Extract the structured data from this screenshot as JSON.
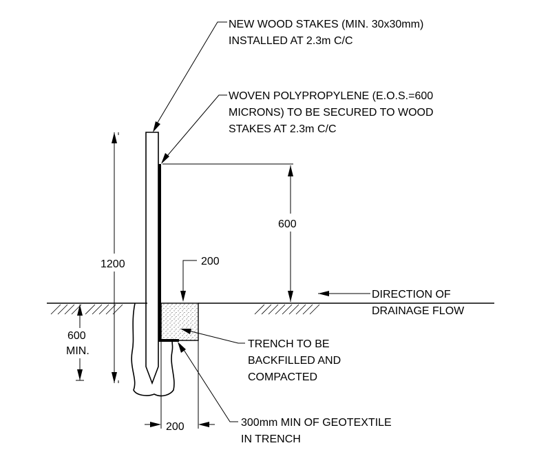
{
  "labels": {
    "stakes_line1": "NEW WOOD STAKES (MIN. 30x30mm)",
    "stakes_line2": "INSTALLED AT 2.3m C/C",
    "fabric_line1": "WOVEN POLYPROPYLENE (E.O.S.=600",
    "fabric_line2": "MICRONS) TO BE SECURED TO WOOD",
    "fabric_line3": "STAKES AT 2.3m C/C",
    "dim_fence_height": "600",
    "dim_stake_length": "1200",
    "dim_trench_width_top": "200",
    "flow_line1": "DIRECTION OF",
    "flow_line2": "DRAINAGE FLOW",
    "embed_line1": "600",
    "embed_line2": "MIN.",
    "trench_line1": "TRENCH TO BE",
    "trench_line2": "BACKFILLED AND",
    "trench_line3": "COMPACTED",
    "dim_trench_width_bottom": "200",
    "geotextile_line1": "300mm MIN OF GEOTEXTILE",
    "geotextile_line2": "IN TRENCH"
  }
}
